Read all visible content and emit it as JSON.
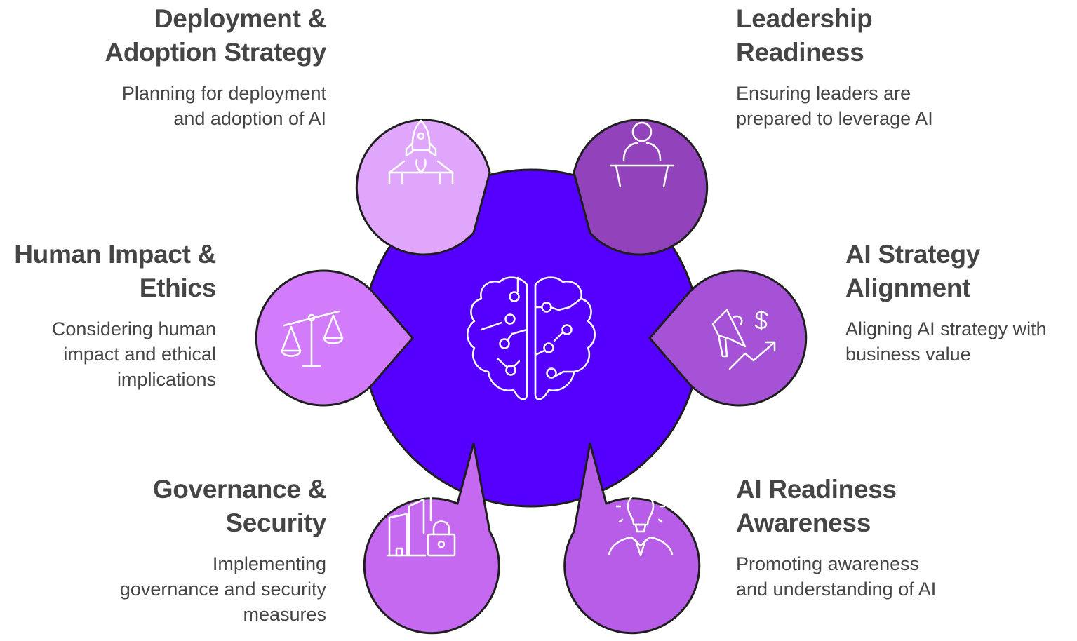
{
  "colors": {
    "center": "#5500FF",
    "outline": "#1E1E1E",
    "icon": "#FFFFFF",
    "text": "#454545",
    "deployment": "#DFA6FC",
    "leadership": "#9243BC",
    "human_impact": "#D37CFB",
    "strategy": "#A552D6",
    "governance": "#C56AF0",
    "awareness": "#B75DE7"
  },
  "center_icon": "brain-circuit-icon",
  "items": [
    {
      "key": "deployment",
      "title": "Deployment &\nAdoption Strategy",
      "description": "Planning for deployment\nand adoption of AI",
      "icon": "rocket-launch-icon"
    },
    {
      "key": "leadership",
      "title": "Leadership\nReadiness",
      "description": "Ensuring leaders are\nprepared to leverage AI",
      "icon": "speaker-podium-icon"
    },
    {
      "key": "human_impact",
      "title": "Human Impact &\nEthics",
      "description": "Considering human\nimpact and ethical\nimplications",
      "icon": "balance-scale-icon"
    },
    {
      "key": "strategy",
      "title": "AI Strategy\nAlignment",
      "description": "Aligning AI strategy with\nbusiness value",
      "icon": "megaphone-growth-icon"
    },
    {
      "key": "governance",
      "title": "Governance &\nSecurity",
      "description": "Implementing\ngovernance and security\nmeasures",
      "icon": "secure-buildings-icon"
    },
    {
      "key": "awareness",
      "title": "AI Readiness\nAwareness",
      "description": "Promoting awareness\nand understanding of AI",
      "icon": "lightbulb-person-icon"
    }
  ]
}
